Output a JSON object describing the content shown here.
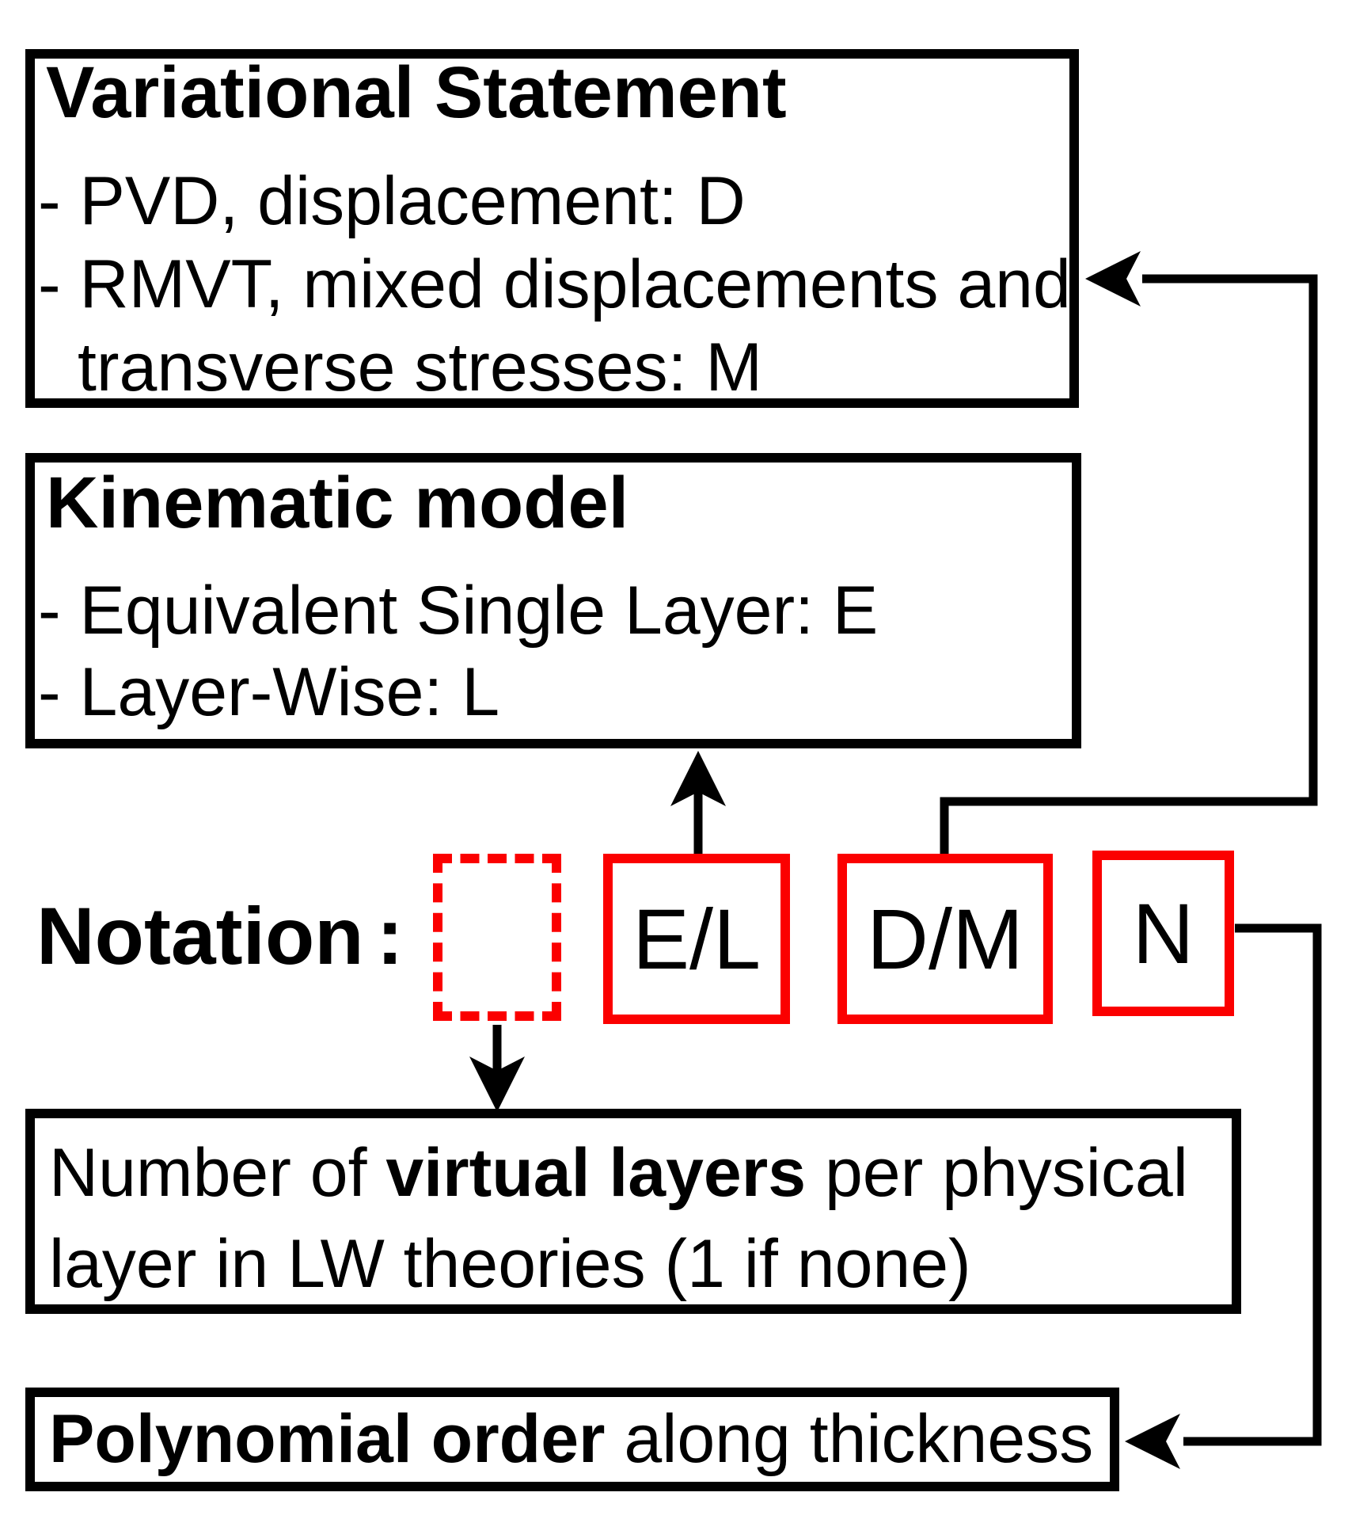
{
  "colors": {
    "ink": "#000000",
    "accent_red": "#fb0000",
    "background": "#ffffff"
  },
  "boxes": {
    "variational": {
      "title": "Variational Statement",
      "items": [
        "- PVD, displacement: D",
        "- RMVT, mixed displacements and",
        "transverse stresses: M"
      ]
    },
    "kinematic": {
      "title": "Kinematic model",
      "items": [
        "- Equivalent Single Layer: E",
        "- Layer-Wise: L"
      ]
    },
    "virtual_layers": {
      "line1_pre": "Number of ",
      "line1_bold": "virtual layers",
      "line1_post": " per physical",
      "line2": "layer in LW theories (1 if none)"
    },
    "polynomial": {
      "bold_part": "Polynomial order",
      "rest_part": " along thickness"
    }
  },
  "notation": {
    "label": "Notation",
    "colon": ":",
    "slots": [
      {
        "label": ""
      },
      {
        "label": "E/L"
      },
      {
        "label": "D/M"
      },
      {
        "label": "N"
      }
    ]
  }
}
